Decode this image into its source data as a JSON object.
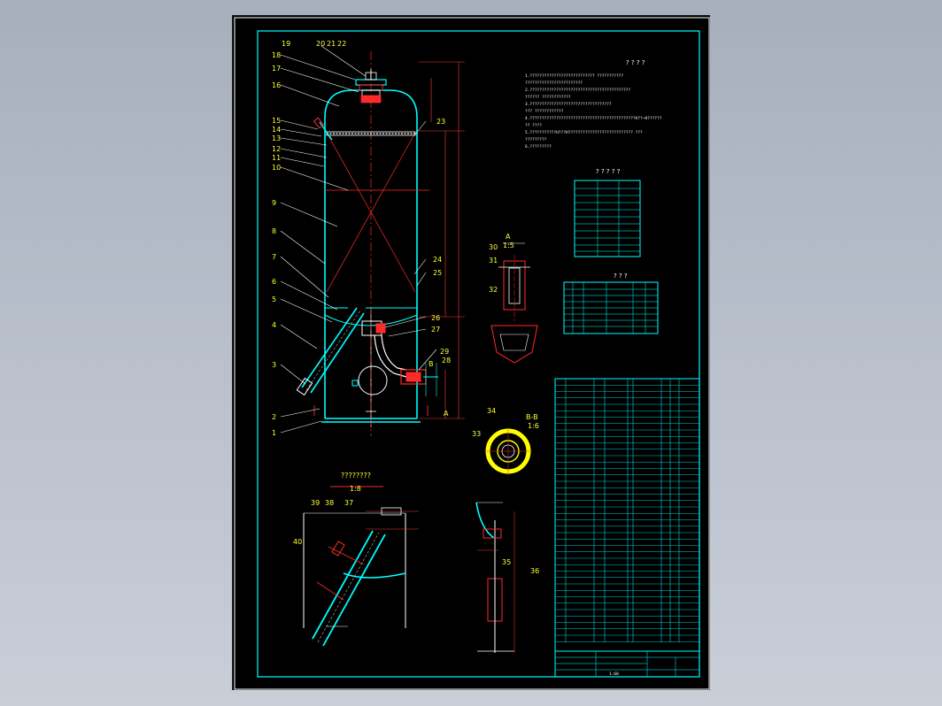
{
  "sheet": {
    "background": "#000000",
    "frame_color": "#00ffff",
    "part_callouts": [
      "1",
      "2",
      "3",
      "4",
      "5",
      "6",
      "7",
      "8",
      "9",
      "10",
      "11",
      "12",
      "13",
      "14",
      "15",
      "16",
      "17",
      "18",
      "19",
      "20",
      "21",
      "22",
      "23",
      "24",
      "25",
      "26",
      "27",
      "28",
      "29",
      "30",
      "31",
      "32",
      "33",
      "34",
      "35",
      "36",
      "37",
      "38",
      "39",
      "40"
    ],
    "section_labels": {
      "a_label": "A",
      "a_scale": "1:5",
      "b_label": "B-B",
      "b_scale": "1:6",
      "b_marker": "B",
      "a_marker": "A",
      "detail_title": "????????",
      "detail_scale": "1:8",
      "sheet_scale": "1:60"
    },
    "notes_title": "? ? ? ?",
    "notes_lines": [
      "1.???????????????????????????              ???????????",
      "   ????????????????????????",
      "2.??????????????????????????????????????????",
      "   ??????      ????????????",
      "3.??????????????????????????????????",
      "   ???      ????????????",
      "4.????????????????????????????????????????????H??~H??????",
      "   ??   ????",
      "5.???????????H???H???????????????????????????      ???",
      "   ?????????",
      "6.?????????"
    ],
    "table1_title": "? ? ? ? ?",
    "table2_title": "? ? ?"
  },
  "colors": {
    "vessel": "#00ffff",
    "centerline": "#ff2a2a",
    "internals": "#ffffff",
    "callout": "#ffff33",
    "dimension": "#ff3b3b",
    "flange": "#ff2a2a",
    "highlight": "#ffff00",
    "page_bg": "#b3bac6"
  }
}
